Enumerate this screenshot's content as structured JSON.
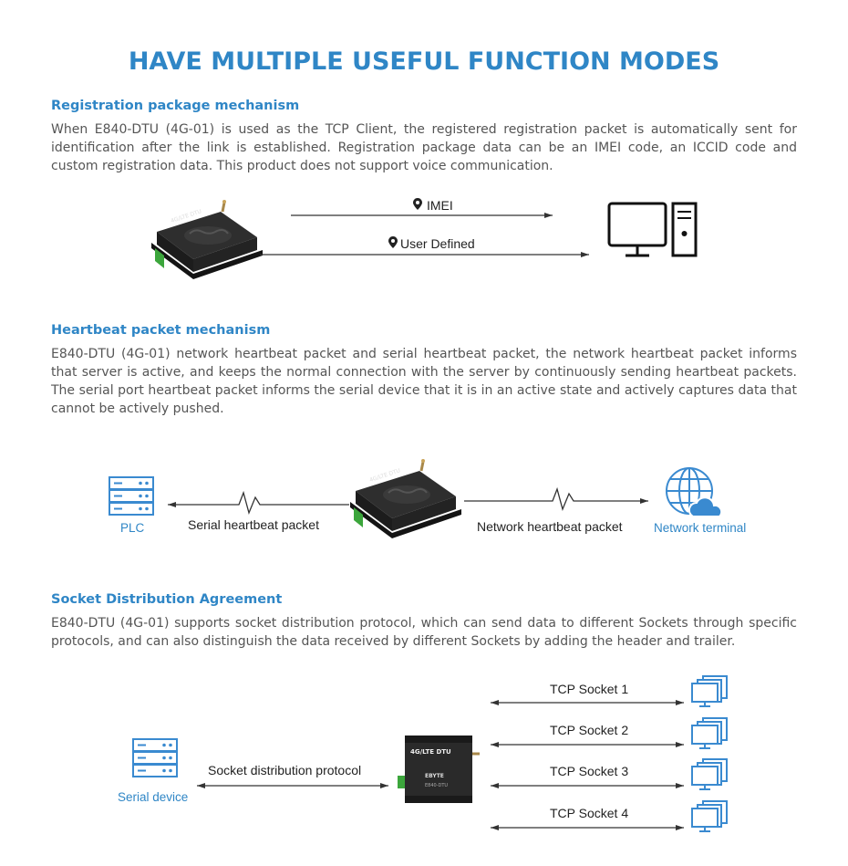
{
  "title": "HAVE MULTIPLE USEFUL FUNCTION MODES",
  "sections": [
    {
      "heading": "Registration package mechanism",
      "body": "When E840-DTU (4G-01) is used as the TCP Client, the registered registration packet is automatically sent for identification after the link is established. Registration package data can be an IMEI code, an ICCID code and custom registration data. This product does not support voice communication.",
      "labels": {
        "imei": "IMEI",
        "user_defined": "User Defined"
      }
    },
    {
      "heading": "Heartbeat packet mechanism",
      "body": "E840-DTU (4G-01) network heartbeat packet and serial heartbeat packet, the network heartbeat packet informs that server is active, and keeps the normal connection with the server by continuously sending heartbeat packets. The serial port heartbeat packet informs the serial device that it is in an active state and actively captures data that cannot be actively pushed.",
      "labels": {
        "plc": "PLC",
        "serial_heartbeat": "Serial heartbeat packet",
        "network_heartbeat": "Network heartbeat packet",
        "network_terminal": "Network terminal"
      }
    },
    {
      "heading": "Socket Distribution Agreement",
      "body": "E840-DTU (4G-01) supports socket distribution protocol, which can send data to different Sockets through specific protocols, and can also distinguish the data received by different Sockets by adding the header and trailer.",
      "labels": {
        "serial_device": "Serial device",
        "protocol": "Socket distribution protocol"
      },
      "sockets": [
        "TCP Socket 1",
        "TCP Socket 2",
        "TCP Socket 3",
        "TCP Socket 4"
      ]
    }
  ],
  "device": {
    "model_label": "4G/LTE DTU",
    "brand": "EBYTE",
    "part": "E840-DTU"
  },
  "icons": [
    "location-pin-icon",
    "desktop-computer-icon",
    "server-rack-icon",
    "globe-cloud-icon",
    "monitor-stack-icon",
    "heartbeat-wave-icon"
  ],
  "colors": {
    "accent": "#2f86c6",
    "text": "#555555",
    "arrow": "#333333",
    "icon_blue": "#3a8ad0"
  }
}
